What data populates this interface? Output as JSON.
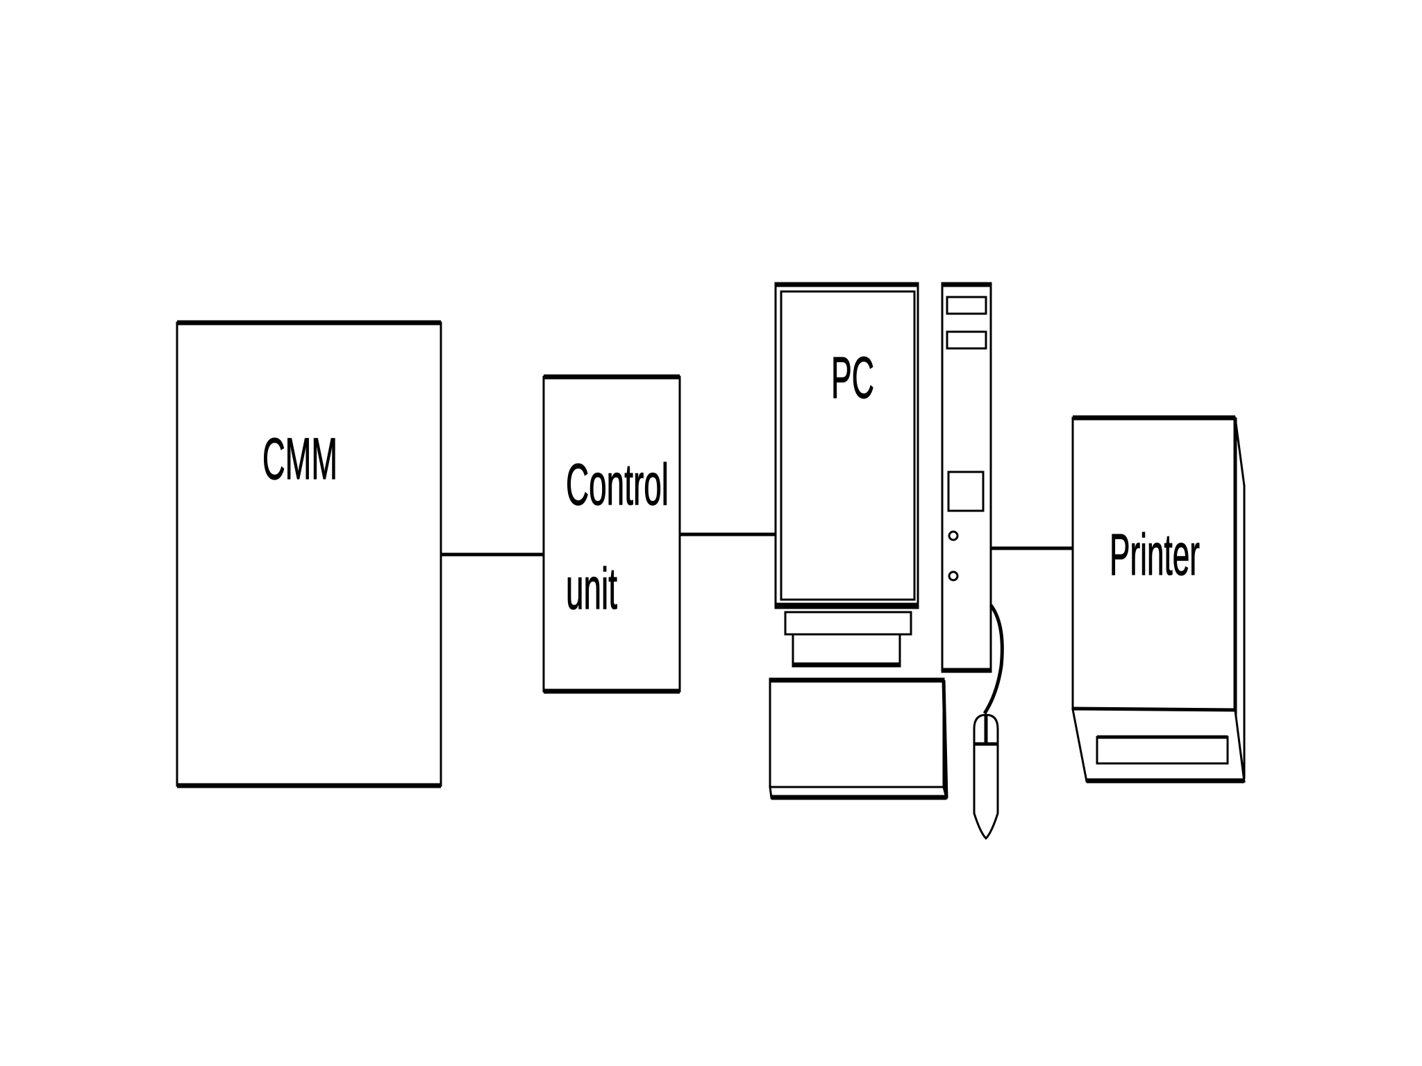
{
  "labels": {
    "cmm": "CMM",
    "control_line1": "Control",
    "control_line2": "unit",
    "pc": "PC",
    "printer": "Printer"
  },
  "colors": {
    "stroke": "#000000",
    "background": "#ffffff"
  }
}
